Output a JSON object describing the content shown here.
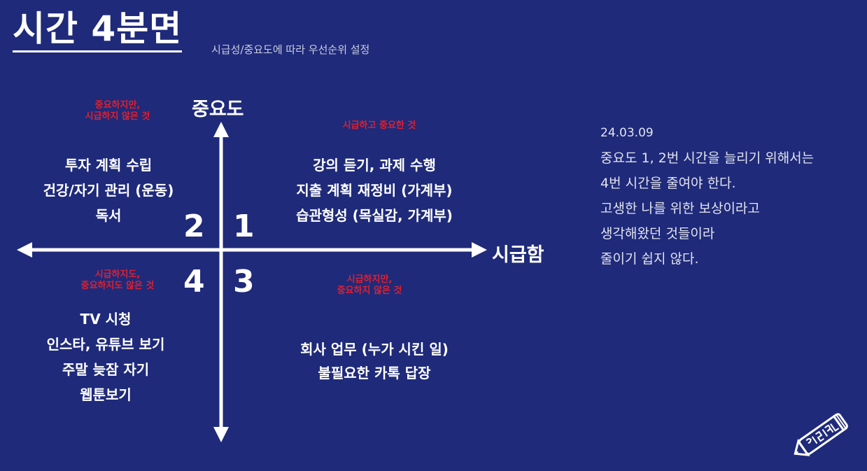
{
  "header": {
    "title": "시간 4분면",
    "subtitle": "시급성/중요도에 따라 우선순위 설정"
  },
  "axes": {
    "y_label": "중요도",
    "x_label": "시급함"
  },
  "quadrants": [
    {
      "number": "1",
      "caption": [
        "시급하고 중요한 것"
      ],
      "items": [
        "강의 듣기, 과제 수행",
        "지출 계획 재정비 (가계부)",
        "습관형성 (목실감, 가계부)"
      ]
    },
    {
      "number": "2",
      "caption": [
        "중요하지만,",
        "시급하지 않은 것"
      ],
      "items": [
        "투자 계획 수립",
        "건강/자기 관리 (운동)",
        "독서"
      ]
    },
    {
      "number": "3",
      "caption": [
        "시급하지만,",
        "중요하지 않은 것"
      ],
      "items": [
        "회사 업무 (누가 시킨 일)",
        "불필요한 카톡 답장"
      ]
    },
    {
      "number": "4",
      "caption": [
        "시급하지도,",
        "중요하지도 않은 것"
      ],
      "items": [
        "TV 시청",
        "인스타, 유튜브 보기",
        "주말 늦잠 자기",
        "웹툰보기"
      ]
    }
  ],
  "note": {
    "date": "24.03.09",
    "lines": [
      "중요도 1, 2번 시간을 늘리기 위해서는",
      "4번 시간을 줄여야 한다.",
      "고생한 나를 위한 보상이라고",
      "생각해왔던 것들이라",
      "줄이기 쉽지 않다."
    ]
  },
  "logo": {
    "icon": "pencil-logo-icon",
    "text": ""
  },
  "colors": {
    "background": "#1f2a7a",
    "caption": "#e0202e",
    "foreground": "#ffffff"
  }
}
